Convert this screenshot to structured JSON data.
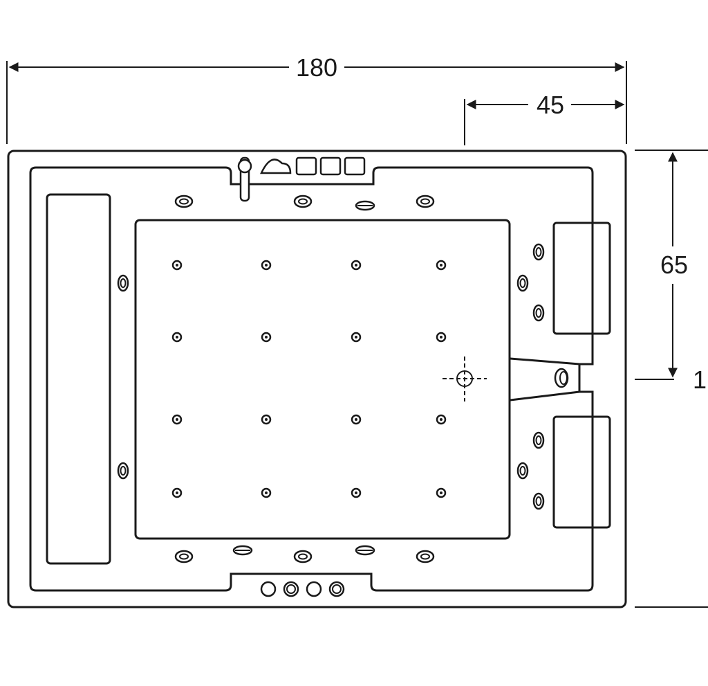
{
  "dimensions": {
    "overall_length": "180",
    "drain_offset": "45",
    "half_width": "65",
    "cut_label": "1"
  },
  "jet_grid": {
    "columns": 4,
    "rows": 4
  },
  "colors": {
    "line": "#1a1a1a",
    "background": "#ffffff"
  }
}
